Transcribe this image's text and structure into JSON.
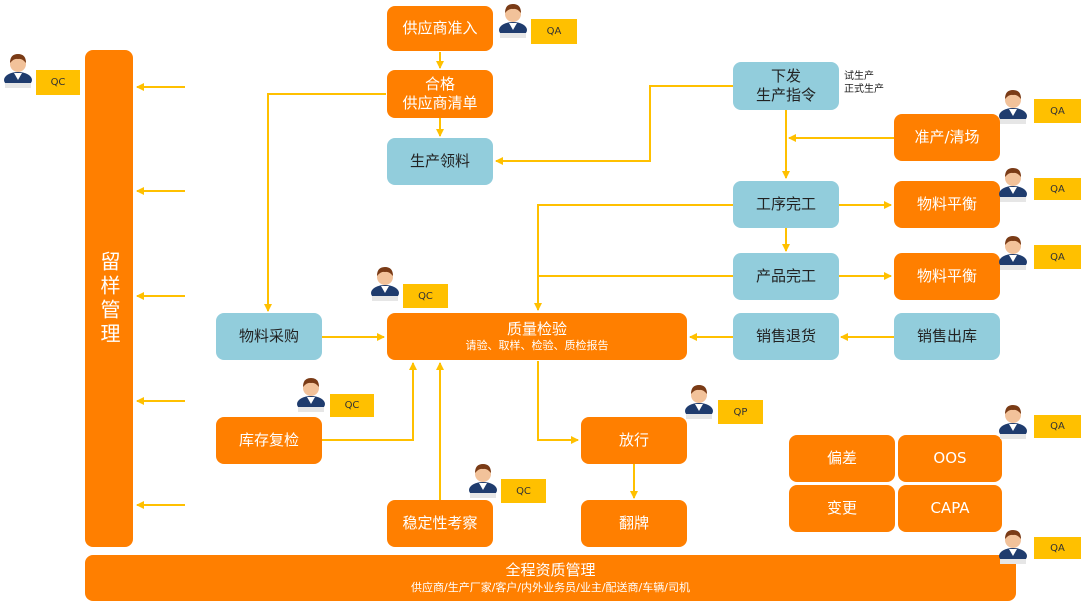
{
  "nodes": {
    "supplier_access": "供应商准入",
    "qualified_list": [
      "合格",
      "供应商清单"
    ],
    "material_issue": "生产领料",
    "production_order": [
      "下发",
      "生产指令"
    ],
    "order_note": [
      "试生产",
      "正式生产"
    ],
    "access_clear": "准产/清场",
    "process_complete": "工序完工",
    "balance1": "物料平衡",
    "product_complete": "产品完工",
    "balance2": "物料平衡",
    "sales_return": "销售退货",
    "sales_out": "销售出库",
    "purchase": "物料采购",
    "quality_inspection": "质量检验",
    "quality_inspection_sub": "请验、取样、检验、质检报告",
    "inventory_recheck": "库存复检",
    "stability": "稳定性考察",
    "release": "放行",
    "flip_card": "翻牌",
    "deviation": "偏差",
    "oos": "OOS",
    "change": "变更",
    "capa": "CAPA",
    "sample_mgmt": "留样管理",
    "full_qualification": "全程资质管理",
    "full_qualification_sub": "供应商/生产厂家/客户/内外业务员/业主/配送商/车辆/司机"
  },
  "tags": {
    "qa": "QA",
    "qc": "QC",
    "qp": "QP"
  },
  "colors": {
    "orange": "#ff7f00",
    "blue": "#92cddc",
    "arrow": "#ffc000",
    "tag": "#ffc000"
  }
}
